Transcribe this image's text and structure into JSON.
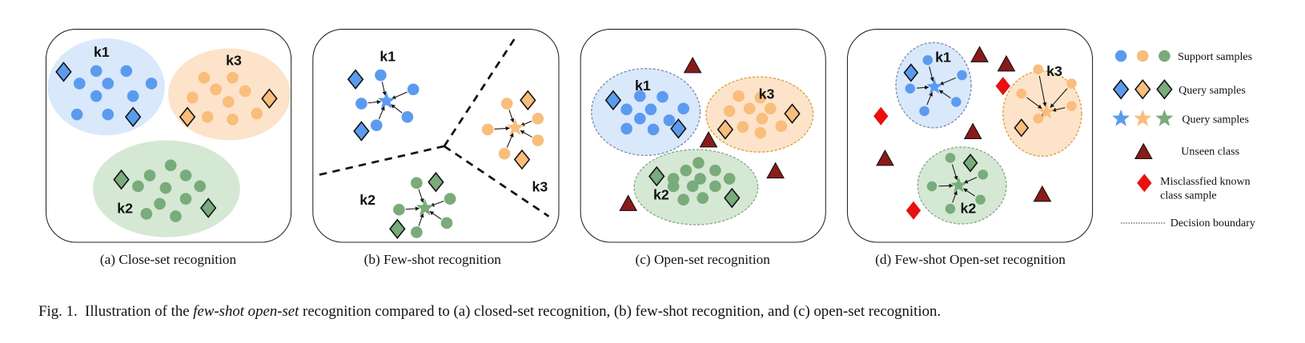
{
  "colors": {
    "blue": "#5b9bef",
    "blue_light": "#dae8fb",
    "blue_edge": "#7d8fae",
    "orange": "#f9bd7c",
    "orange_light": "#fde3ca",
    "orange_edge": "#d9a23a",
    "green": "#7aab7a",
    "green_light": "#d5e8d4",
    "green_edge": "#8aa88a",
    "unseen": "#8b1a1a",
    "misclassified": "#e81010"
  },
  "panels": [
    {
      "caption": "(a) Close-set recognition",
      "labels": [
        "k1",
        "k3",
        "k2"
      ]
    },
    {
      "caption": "(b) Few-shot recognition",
      "labels": [
        "k1",
        "k3",
        "k2"
      ]
    },
    {
      "caption": "(c) Open-set recognition",
      "labels": [
        "k1",
        "k3",
        "k2"
      ]
    },
    {
      "caption": "(d) Few-shot Open-set recognition",
      "labels": [
        "k1",
        "k3",
        "k2"
      ]
    }
  ],
  "legend": {
    "support": "Support samples",
    "query_diamonds": "Query samples",
    "query_stars": "Query samples",
    "unseen": "Unseen class",
    "misclassified_1": "Misclassfied known",
    "misclassified_2": "class sample",
    "boundary": "Decision boundary"
  },
  "figure_caption": {
    "prefix": "Fig. 1.  Illustration of the ",
    "italic": "few-shot open-set",
    "suffix": " recognition compared to (a) closed-set recognition, (b) few-shot recognition, and (c) open-set recognition."
  }
}
